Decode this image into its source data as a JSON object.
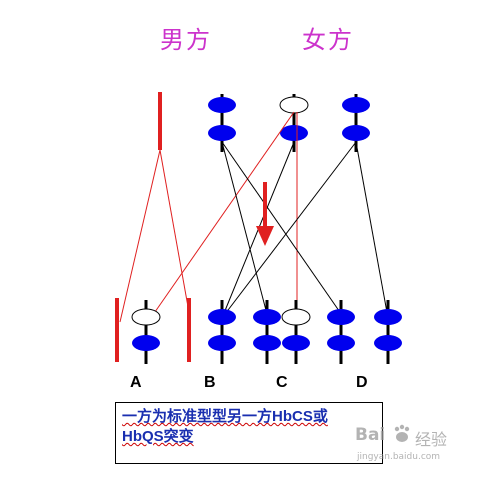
{
  "headings": {
    "male": "男方",
    "female": "女方"
  },
  "columns": {
    "a": "A",
    "b": "B",
    "c": "C",
    "d": "D"
  },
  "caption": {
    "line1": "一方为标准型型另一方HbCS或",
    "line2": "HbQS突变"
  },
  "watermark": {
    "logo_text": "Bai",
    "brand_text": "经验",
    "url": "jingyan.baidu.com"
  },
  "colors": {
    "heading": "#cc33cc",
    "gene_fill": "#0000ee",
    "red_line": "#e02020",
    "black_line": "#000000",
    "caption_text": "#1a2fb0"
  }
}
